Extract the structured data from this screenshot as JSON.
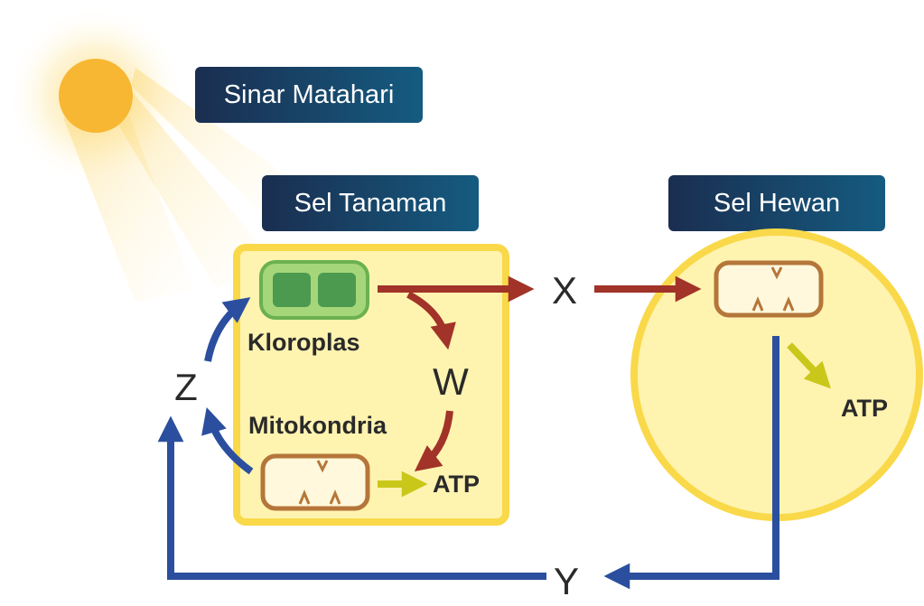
{
  "titles": {
    "sunlight": "Sinar Matahari",
    "plant_cell": "Sel Tanaman",
    "animal_cell": "Sel Hewan"
  },
  "organelles": {
    "chloroplast": "Kloroplas",
    "mitochondria": "Mitokondria"
  },
  "products": {
    "plant_atp": "ATP",
    "animal_atp": "ATP"
  },
  "letters": {
    "w": "W",
    "x": "X",
    "y": "Y",
    "z": "Z"
  },
  "colors": {
    "label_box_start": "#1a2e50",
    "label_box_end": "#15557a",
    "cell_fill": "#fff3b0",
    "cell_border": "#f9d94a",
    "chloroplast_outer": "#a5d67a",
    "chloroplast_inner": "#4b9a4f",
    "mitochondria_stroke": "#b5763a",
    "arrow_red": "#a13328",
    "arrow_blue": "#2b4f9e",
    "arrow_atp": "#c9c81a",
    "sun": "#f7b733"
  }
}
